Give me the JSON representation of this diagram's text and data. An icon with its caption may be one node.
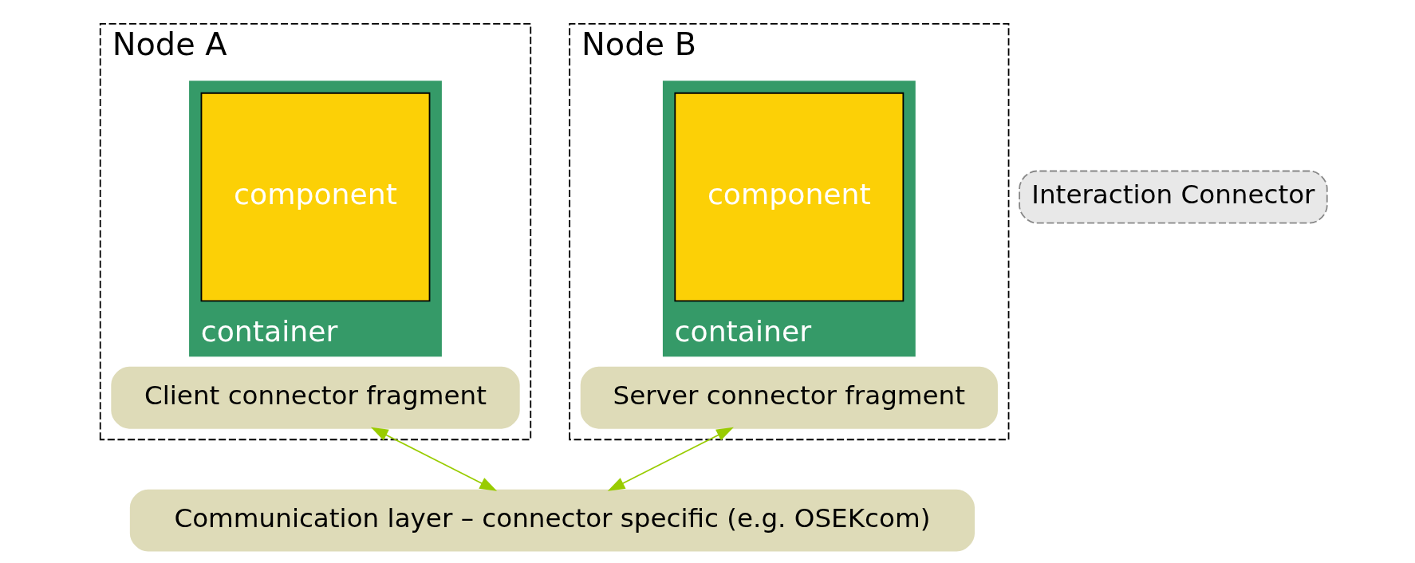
{
  "diagram": {
    "nodes": [
      {
        "text": [
          "Node A"
        ]
      },
      {
        "text": [
          "container"
        ],
        "in": 0
      },
      {
        "text": [
          "component"
        ],
        "in": 1
      },
      {
        "text": [
          "Client connector fragment"
        ],
        "in": 0
      },
      {
        "text": [
          "Interaction Connector"
        ]
      },
      {
        "text": [
          "Node B"
        ]
      },
      {
        "text": [
          "container"
        ],
        "in": 5
      },
      {
        "text": [
          "component"
        ],
        "in": 6
      },
      {
        "text": [
          "Server connector fragment"
        ],
        "in": 5
      },
      {
        "text": [
          "Communication layer – connector specific (e.g. OSEKcom)"
        ]
      }
    ],
    "edges": [
      {
        "from": 3,
        "to": 9,
        "arrow": "both"
      },
      {
        "from": 8,
        "to": 9,
        "arrow": "both"
      }
    ]
  }
}
